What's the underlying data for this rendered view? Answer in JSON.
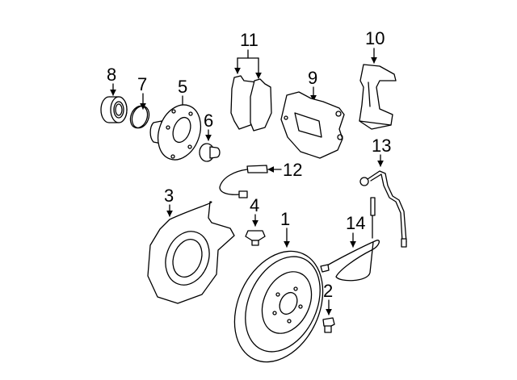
{
  "diagram": {
    "title": "Brake assembly exploded parts view",
    "callouts": [
      {
        "id": "1",
        "label": "1",
        "part": "rotor"
      },
      {
        "id": "2",
        "label": "2",
        "part": "bolt"
      },
      {
        "id": "3",
        "label": "3",
        "part": "splash-shield"
      },
      {
        "id": "4",
        "label": "4",
        "part": "bolt"
      },
      {
        "id": "5",
        "label": "5",
        "part": "hub"
      },
      {
        "id": "6",
        "label": "6",
        "part": "nut"
      },
      {
        "id": "7",
        "label": "7",
        "part": "snap-ring"
      },
      {
        "id": "8",
        "label": "8",
        "part": "bearing"
      },
      {
        "id": "9",
        "label": "9",
        "part": "caliper"
      },
      {
        "id": "10",
        "label": "10",
        "part": "caliper-bracket"
      },
      {
        "id": "11",
        "label": "11",
        "part": "brake-pads"
      },
      {
        "id": "12",
        "label": "12",
        "part": "wear-sensor"
      },
      {
        "id": "13",
        "label": "13",
        "part": "brake-hose"
      },
      {
        "id": "14",
        "label": "14",
        "part": "abs-sensor"
      }
    ]
  }
}
